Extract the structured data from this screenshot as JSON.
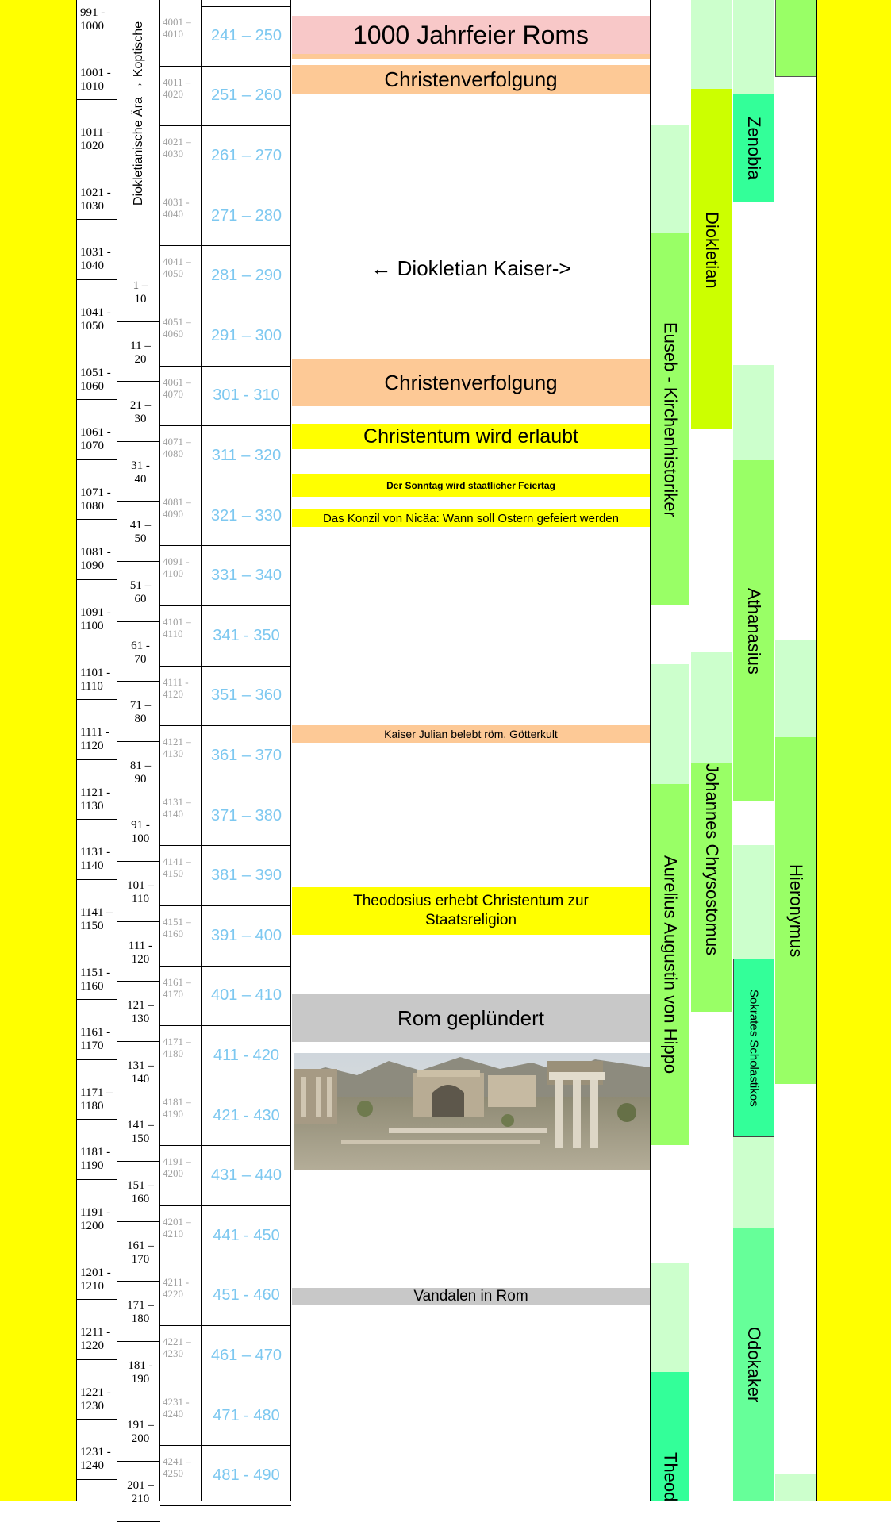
{
  "colors": {
    "side_band": "#ffff00",
    "year_text": "#7dc8f0",
    "pink": "#f8c8c8",
    "orange": "#fdc996",
    "yellow": "#ffff00",
    "grey": "#c8c8c8",
    "green_light": "#ccffcc",
    "green_mid": "#99ff66",
    "green_lime": "#ccff00",
    "green_teal": "#33ff99"
  },
  "era_col1": [
    "991 -\n1000",
    "1001 -\n1010",
    "1011 -\n1020",
    "1021 -\n1030",
    "1031 -\n1040",
    "1041 -\n1050",
    "1051 -\n1060",
    "1061 -\n1070",
    "1071 -\n1080",
    "1081 -\n1090",
    "1091 -\n1100",
    "1101 -\n1110",
    "1111 -\n1120",
    "1121 -\n1130",
    "1131 -\n1140",
    "1141 –\n1150",
    "1151 -\n1160",
    "1161 -\n1170",
    "1171 –\n1180",
    "1181 -\n1190",
    "1191 -\n1200",
    "1201 -\n1210",
    "1211 -\n1220",
    "1221 -\n1230",
    "1231 -\n1240"
  ],
  "era_col2_header": "Diokletianische Ära → Koptische",
  "era_col2": [
    "1 –\n10",
    "11 –\n20",
    "21 –\n30",
    "31 -\n40",
    "41 –\n50",
    "51 –\n60",
    "61 -\n70",
    "71 –\n80",
    "81 –\n90",
    "91 -\n100",
    "101 –\n110",
    "111 -\n120",
    "121 –\n130",
    "131 –\n140",
    "141 –\n150",
    "151 –\n160",
    "161 –\n170",
    "171 –\n180",
    "181 -\n190",
    "191 –\n200",
    "201 –\n210"
  ],
  "era_col3": [
    "4001 –\n4010",
    "4011 –\n4020",
    "4021 –\n4030",
    "4031 -\n4040",
    "4041 –\n4050",
    "4051 –\n4060",
    "4061 –\n4070",
    "4071 –\n4080",
    "4081 –\n4090",
    "4091 -\n4100",
    "4101 –\n4110",
    "4111 -\n4120",
    "4121 –\n4130",
    "4131 –\n4140",
    "4141 –\n4150",
    "4151 –\n4160",
    "4161 –\n4170",
    "4171 –\n4180",
    "4181 –\n4190",
    "4191 –\n4200",
    "4201 –\n4210",
    "4211 -\n4220",
    "4221 –\n4230",
    "4231 -\n4240",
    "4241 –\n4250"
  ],
  "years": [
    "241 – 250",
    "251 – 260",
    "261 – 270",
    "271 – 280",
    "281 – 290",
    "291 – 300",
    "301  - 310",
    "311 – 320",
    "321 – 330",
    "331 – 340",
    "341 -  350",
    "351 – 360",
    "361 – 370",
    "371 – 380",
    "381 – 390",
    "391 – 400",
    "401 – 410",
    "411  - 420",
    "421  - 430",
    "431 – 440",
    "441 -  450",
    "451  - 460",
    "461 – 470",
    "471 -  480",
    "481 -  490"
  ],
  "events": {
    "jahrfeier": "1000 Jahrfeier Roms",
    "verfolgung1": "Christenverfolgung",
    "diokletian_kaiser": "← Diokletian Kaiser->",
    "verfolgung2": "Christenverfolgung",
    "erlaubt": "Christentum wird erlaubt",
    "sonntag": "Der Sonntag wird staatlicher Feiertag",
    "nicaea": "Das Konzil von Nicäa: Wann soll Ostern gefeiert werden",
    "julian": "Kaiser Julian belebt röm. Götterkult",
    "theodosius": "Theodosius erhebt Christentum zur Staatsreligion",
    "rom_gepluendert": "Rom geplündert",
    "vandalen": "Vandalen in Rom"
  },
  "persons": {
    "euseb": "Euseb - Kirchenhistoriker",
    "augustin": "Aurelius Augustin von Hippo",
    "theod": "Theod",
    "diokletian": "Diokletian",
    "chrysostomus": "Johannes Chrysostomus",
    "zenobia": "Zenobia",
    "athanasius": "Athanasius",
    "sokrates": "Sokrates Scholastikos",
    "odokaker": "Odokaker",
    "hieronymus": "Hieronymus"
  }
}
